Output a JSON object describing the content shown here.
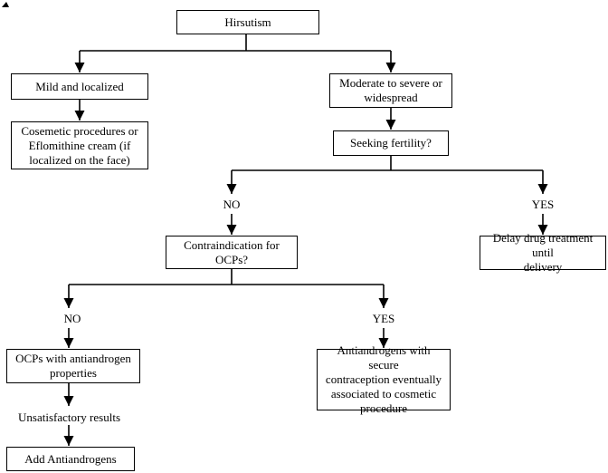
{
  "nodes": {
    "root": "Hirsutism",
    "mild": "Mild and localized",
    "moderate": "Moderate to severe or\nwidespread",
    "cosmetic": "Cosemetic procedures or\nEflomithine cream (if\nlocalized on the face)",
    "fertility": "Seeking fertility?",
    "contra": "Contraindication for\nOCPs?",
    "delay": "Delay drug treatment until\ndelivery",
    "ocps": "OCPs with antiandrogen\nproperties",
    "antiandrogens": "Antiandrogens with secure\ncontraception eventually\nassociated to cosmetic\nprocedure",
    "add": "Add Antiandrogens"
  },
  "labels": {
    "fertility_no": "NO",
    "fertility_yes": "YES",
    "contra_no": "NO",
    "contra_yes": "YES",
    "unsatisfactory": "Unsatisfactory results"
  }
}
